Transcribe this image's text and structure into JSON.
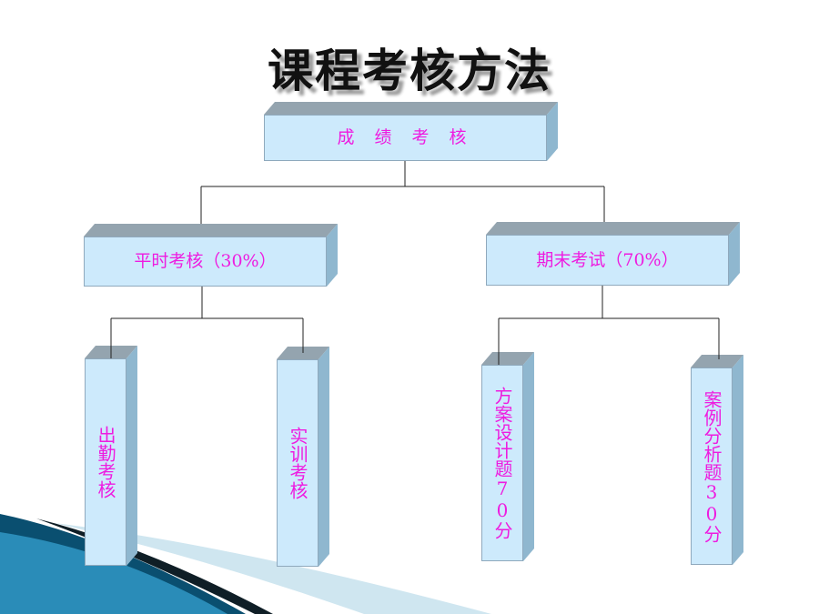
{
  "title": "课程考核方法",
  "diagram": {
    "root": "成 绩 考 核",
    "left": {
      "label": "平时考核（30%）",
      "children": [
        "出勤考核",
        "实训考核"
      ]
    },
    "right": {
      "label": "期末考试（70%）",
      "children": [
        "方案设计题70分",
        "案例分析题30分"
      ]
    }
  },
  "colors": {
    "box_front": "#cdeafc",
    "box_top": "#94a4af",
    "box_side": "#8fb7cf",
    "label": "#ee1ce0",
    "connector": "#222222",
    "swoosh_dark": "#0a4f70",
    "swoosh_light": "#cfe6f0"
  }
}
